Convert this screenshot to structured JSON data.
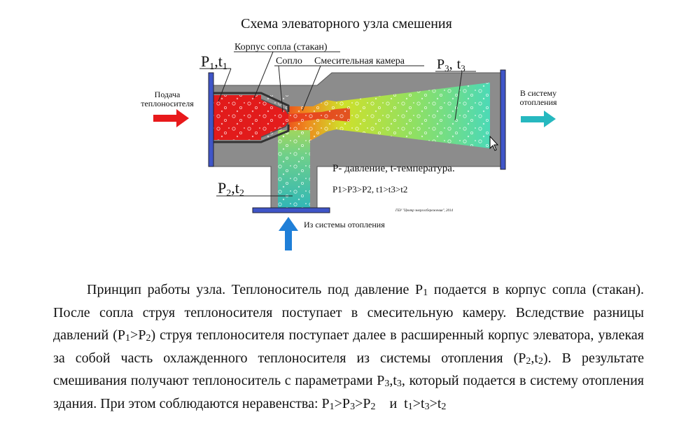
{
  "diagram": {
    "title": "Схема элеваторного узла смешения",
    "labels": {
      "nozzle_body": "Корпус сопла (стакан)",
      "nozzle": "Сопло",
      "mixing_chamber": "Смесительная камера",
      "p1": "P",
      "p1_sub": "1",
      "t1": "t",
      "t1_sub": "1",
      "p2": "P",
      "p2_sub": "2",
      "t2": "t",
      "t2_sub": "2",
      "p3": "P",
      "p3_sub": "3",
      "t3": "t",
      "t3_sub": "3",
      "sep": ",",
      "inlet_line1": "Подача",
      "inlet_line2": "теплоносителя",
      "outlet_line1": "В систему",
      "outlet_line2": "отопления",
      "return": "Из системы отопления",
      "legend_line1": "P- давление, t-температура.",
      "legend_line2": "P1>P3>P2, t1>t3>t2",
      "credit": "ГБУ \"Центр энергосбережения\", 2014"
    },
    "colors": {
      "supply_arrow": "#e8191b",
      "outlet_arrow": "#26b8bf",
      "return_arrow": "#1f7fd8",
      "hot": "#e01e1e",
      "mid": "#d8e020",
      "cool": "#3ed6c8",
      "flange": "#3f55c8",
      "casing": "#8a8a8a"
    }
  },
  "paragraph": {
    "s1": "Принцип работы узла. Теплоноситель под давление P",
    "s1_sub": "1",
    "s2": " подается в корпус сопла (стакан). После сопла струя теплоносителя поступает в смесительную камеру. Вследствие разницы давлений (P",
    "s2_sub1": "1",
    "s2b": ">P",
    "s2_sub2": "2",
    "s3": ") струя теплоносителя поступает далее в расширенный корпус элеватора, увлекая за собой часть охлажденного теплоносителя из системы отопления (P",
    "s3_sub1": "2",
    "s3b": ",t",
    "s3_sub2": "2",
    "s4": "). В результате смешивания получают теплоноситель с параметрами P",
    "s4_sub1": "3",
    "s4b": ",t",
    "s4_sub2": "3",
    "s5": ", который подается в систему отопления здания. При этом соблюдаются неравенства: P",
    "s5_sub1": "1",
    "s5b": ">P",
    "s5_sub2": "3",
    "s5c": ">P",
    "s5_sub3": "2",
    "s5d": "    и  t",
    "s5_sub4": "1",
    "s5e": ">t",
    "s5_sub5": "3",
    "s5f": ">t",
    "s5_sub6": "2"
  }
}
